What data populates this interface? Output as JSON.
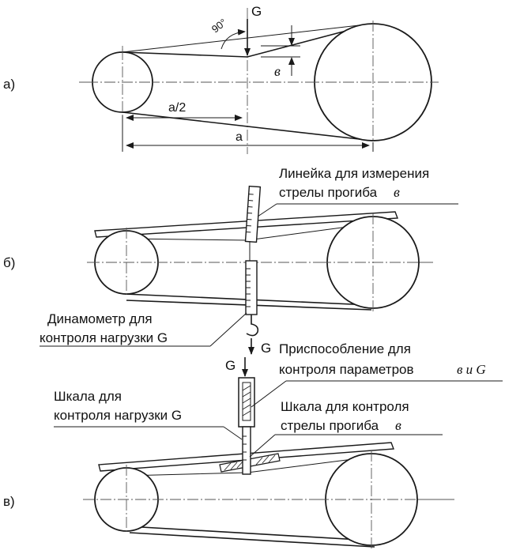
{
  "panels": {
    "a": {
      "letter": "а)",
      "angle": "90°",
      "force": "G",
      "deflection": "в",
      "half_span": "a/2",
      "span": "a"
    },
    "b": {
      "letter": "б)",
      "ruler_line1": "Линейка для измерения",
      "ruler_line2": "стрелы прогиба",
      "ruler_symbol": "в",
      "dyn_line1": "Динамометр для",
      "dyn_line2": "контроля нагрузки G",
      "force": "G"
    },
    "c": {
      "letter": "в)",
      "force": "G",
      "device_line1": "Приспособление для",
      "device_line2": "контроля параметров",
      "device_symbol": "в и G",
      "load_line1": "Шкала для",
      "load_line2": "контроля нагрузки G",
      "defl_line1": "Шкала для контроля",
      "defl_line2": "стрелы прогиба",
      "defl_symbol": "в"
    }
  }
}
